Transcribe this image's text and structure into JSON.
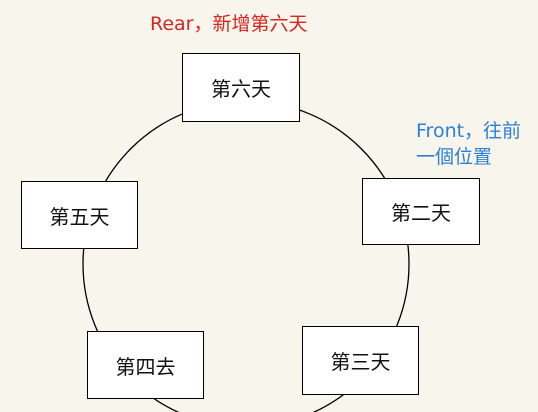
{
  "annotations": {
    "rear": "Rear，新增第六天",
    "front_line1": "Front，往前",
    "front_line2": "一個位置",
    "rear_color": "#d6261f",
    "front_color": "#2c7fd6"
  },
  "nodes": [
    {
      "label": "第六天"
    },
    {
      "label": "第二天"
    },
    {
      "label": "第三天"
    },
    {
      "label": "第四去"
    },
    {
      "label": "第五天"
    }
  ]
}
